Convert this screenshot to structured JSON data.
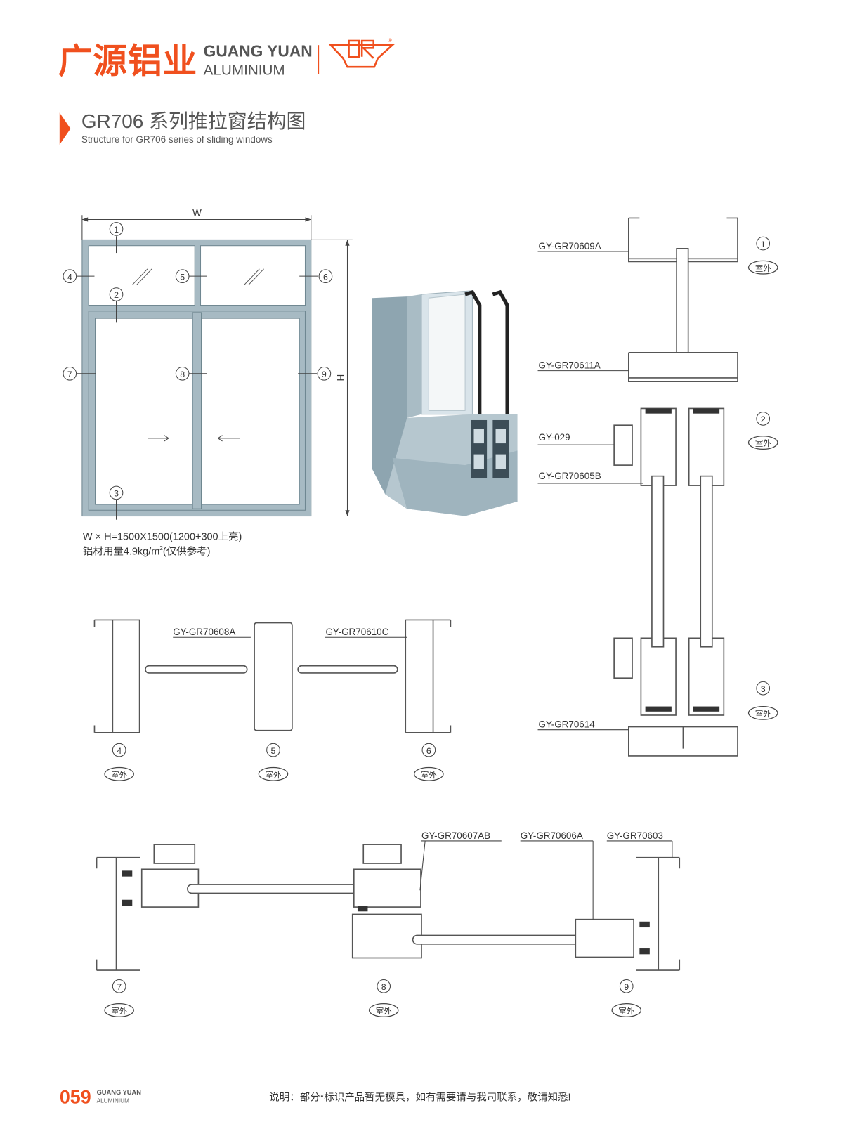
{
  "brand": {
    "name_cn": "广源铝业",
    "name_en_1": "GUANG YUAN",
    "name_en_2": "ALUMINIUM",
    "logo_text": "GR",
    "accent_color": "#f0501e"
  },
  "header": {
    "title": "GR706 系列推拉窗结构图",
    "subtitle": "Structure for GR706 series of sliding windows"
  },
  "elevation": {
    "width_label": "W",
    "height_label": "H",
    "callouts": [
      "1",
      "2",
      "3",
      "4",
      "5",
      "6",
      "7",
      "8",
      "9"
    ],
    "spec_line_1": "W × H=1500X1500(1200+300上亮)",
    "spec_line_2_prefix": "铝材用量4.9kg/m",
    "spec_line_2_sup": "2",
    "spec_line_2_suffix": "(仅供参考)"
  },
  "outdoor_label": "室外",
  "vertical_section": {
    "labels": [
      "GY-GR70609A",
      "GY-GR70611A",
      "GY-029",
      "GY-GR70605B",
      "GY-GR70614"
    ],
    "callouts": [
      "1",
      "2",
      "3"
    ]
  },
  "mullion_section": {
    "labels": [
      "GY-GR70608A",
      "GY-GR70610C"
    ],
    "callouts": [
      "4",
      "5",
      "6"
    ]
  },
  "horizontal_section": {
    "labels": [
      "GY-GR70607AB",
      "GY-GR70606A",
      "GY-GR70603"
    ],
    "callouts": [
      "7",
      "8",
      "9"
    ]
  },
  "footer": {
    "page_number": "059",
    "brand_1": "GUANG YUAN",
    "brand_2": "ALUMINIUM",
    "note": "说明：部分*标识产品暂无模具，如有需要请与我司联系，敬请知悉!"
  }
}
